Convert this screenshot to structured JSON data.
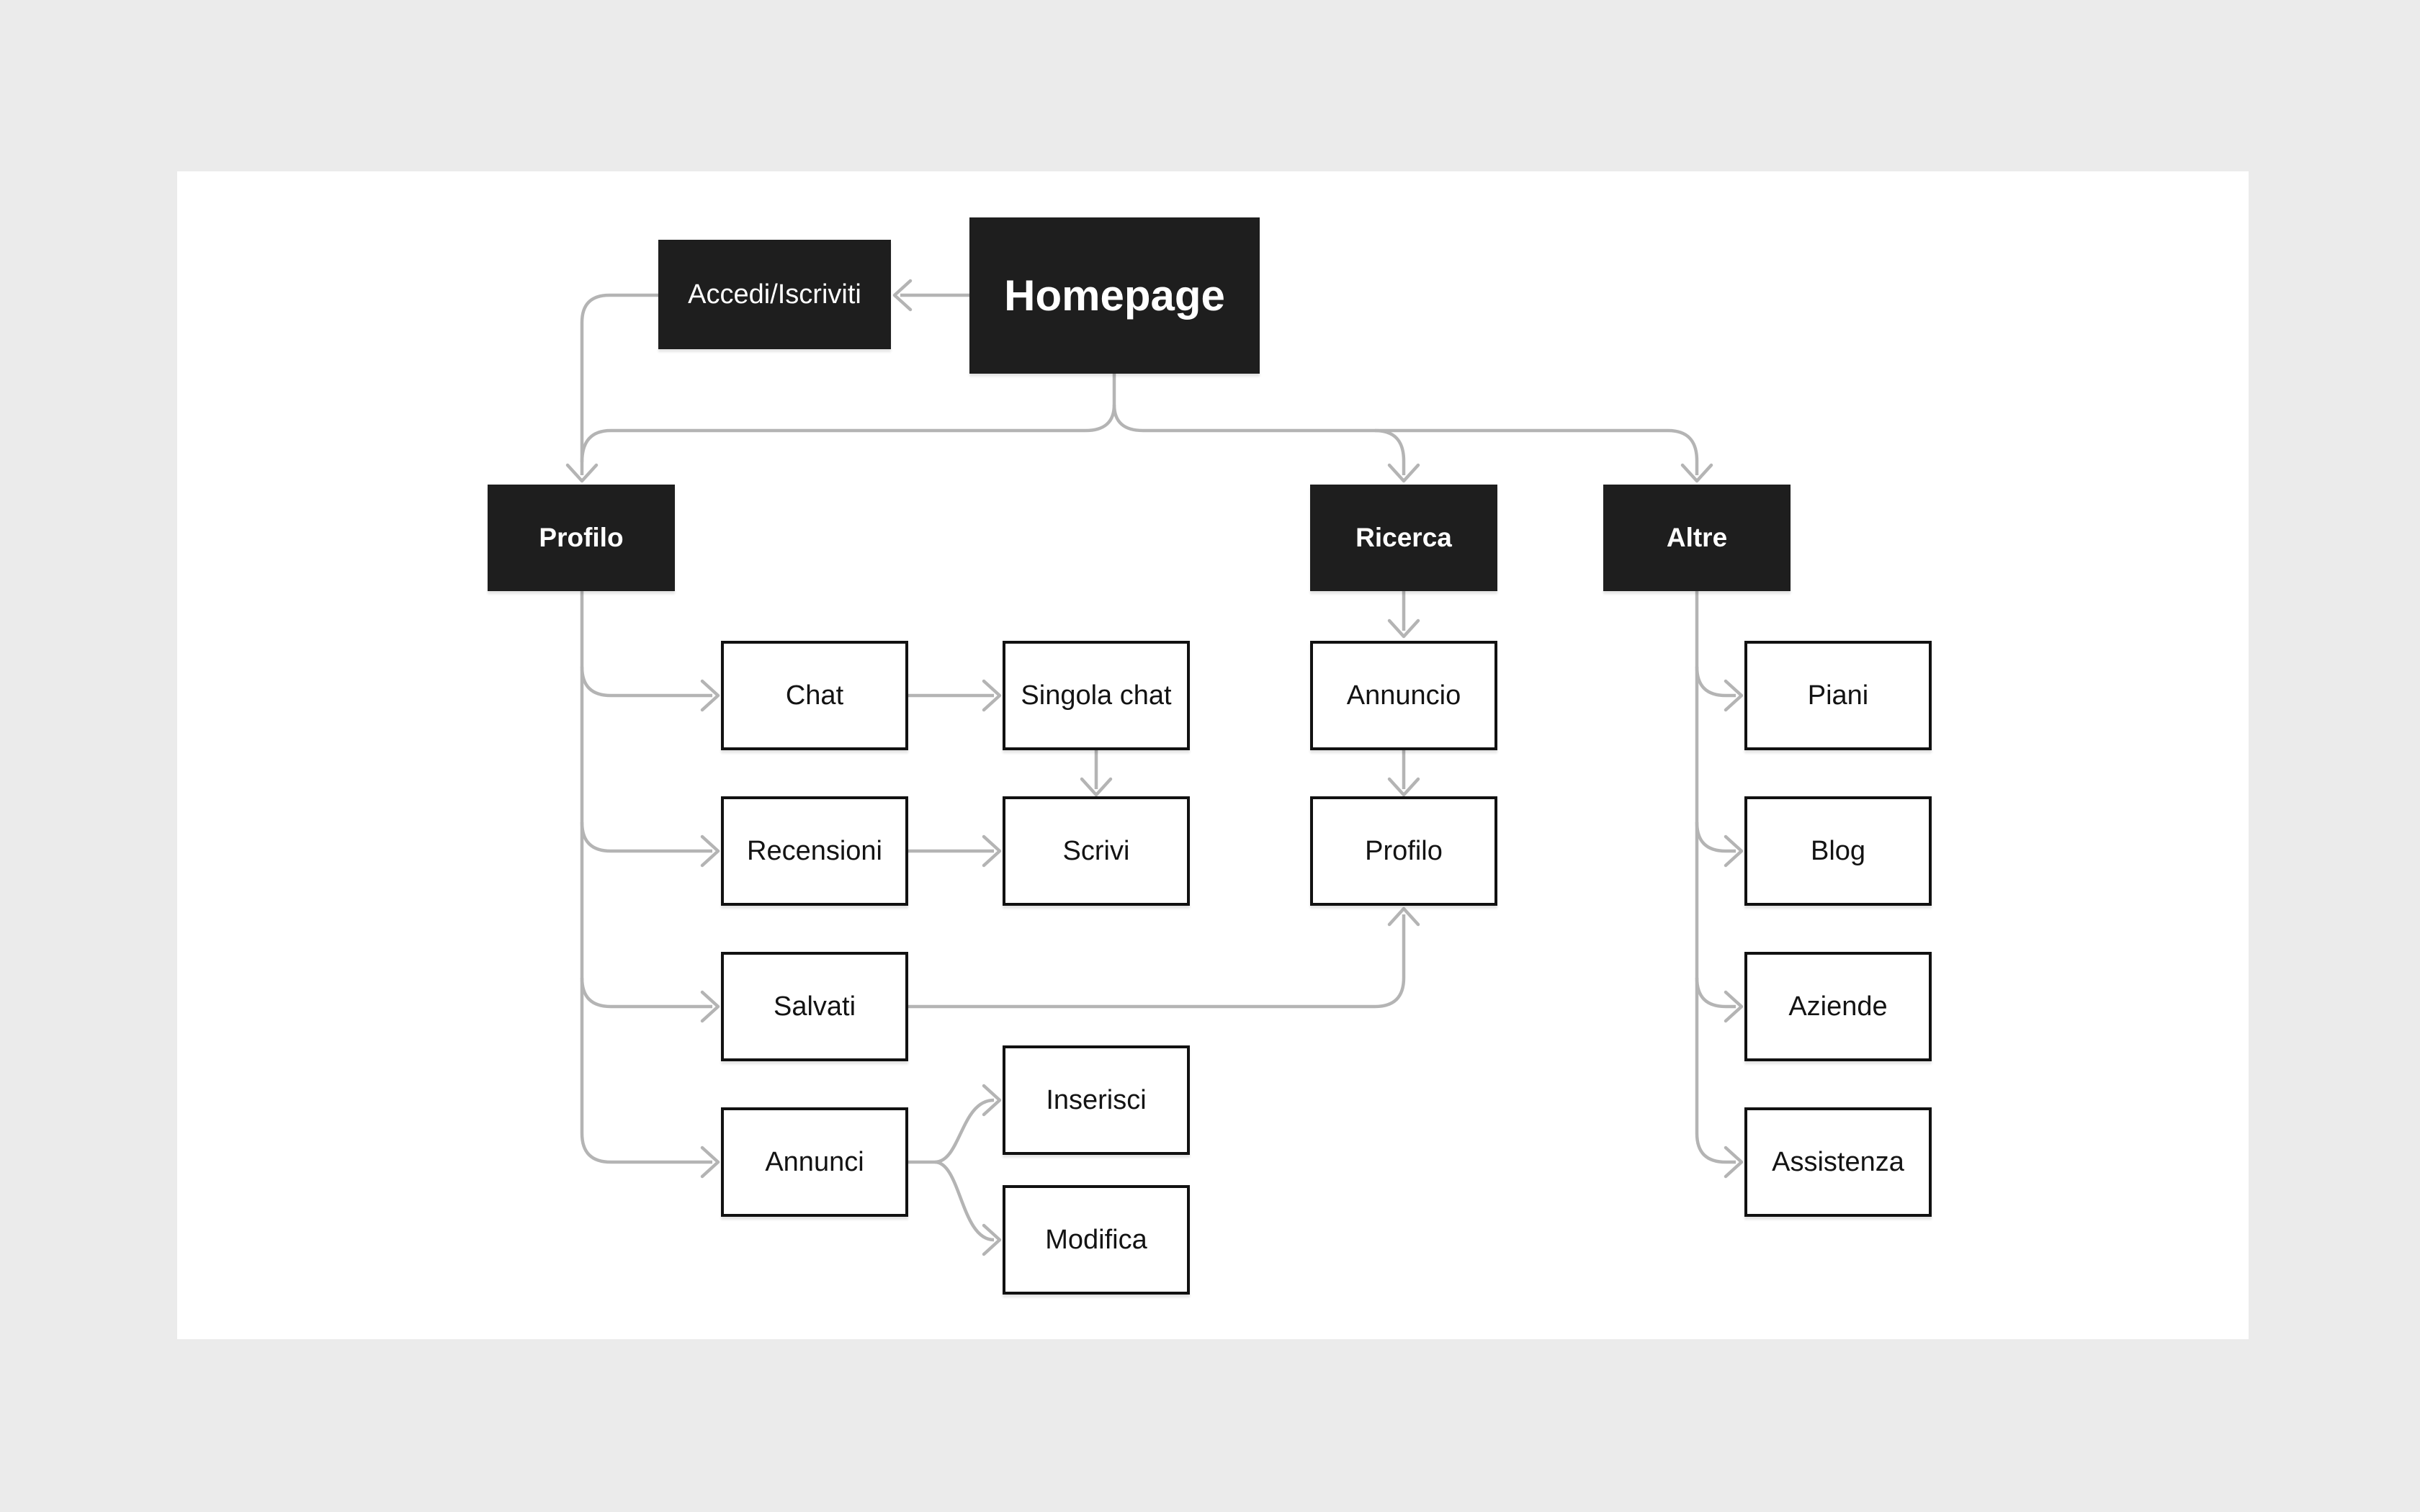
{
  "diagram": {
    "title": "Sitemap flowchart",
    "language": "it",
    "nodes": {
      "homepage": {
        "label": "Homepage",
        "variant": "dark",
        "role": "root"
      },
      "accedi": {
        "label": "Accedi/Iscriviti",
        "variant": "dark"
      },
      "profilo": {
        "label": "Profilo",
        "variant": "dark",
        "role": "section"
      },
      "ricerca": {
        "label": "Ricerca",
        "variant": "dark",
        "role": "section"
      },
      "altre": {
        "label": "Altre",
        "variant": "dark",
        "role": "section"
      },
      "chat": {
        "label": "Chat",
        "variant": "light"
      },
      "singola_chat": {
        "label": "Singola chat",
        "variant": "light"
      },
      "recensioni": {
        "label": "Recensioni",
        "variant": "light"
      },
      "scrivi": {
        "label": "Scrivi",
        "variant": "light"
      },
      "salvati": {
        "label": "Salvati",
        "variant": "light"
      },
      "annunci": {
        "label": "Annunci",
        "variant": "light"
      },
      "inserisci": {
        "label": "Inserisci",
        "variant": "light"
      },
      "modifica": {
        "label": "Modifica",
        "variant": "light"
      },
      "annuncio": {
        "label": "Annuncio",
        "variant": "light"
      },
      "profilo_annuncio": {
        "label": "Profilo",
        "variant": "light"
      },
      "piani": {
        "label": "Piani",
        "variant": "light"
      },
      "blog": {
        "label": "Blog",
        "variant": "light"
      },
      "aziende": {
        "label": "Aziende",
        "variant": "light"
      },
      "assistenza": {
        "label": "Assistenza",
        "variant": "light"
      }
    },
    "edges": [
      {
        "from": "homepage",
        "to": "accedi"
      },
      {
        "from": "accedi",
        "to": "profilo"
      },
      {
        "from": "homepage",
        "to": "profilo"
      },
      {
        "from": "homepage",
        "to": "ricerca"
      },
      {
        "from": "homepage",
        "to": "altre"
      },
      {
        "from": "profilo",
        "to": "chat"
      },
      {
        "from": "profilo",
        "to": "recensioni"
      },
      {
        "from": "profilo",
        "to": "salvati"
      },
      {
        "from": "profilo",
        "to": "annunci"
      },
      {
        "from": "chat",
        "to": "singola_chat"
      },
      {
        "from": "singola_chat",
        "to": "scrivi"
      },
      {
        "from": "recensioni",
        "to": "scrivi"
      },
      {
        "from": "salvati",
        "to": "profilo_annuncio"
      },
      {
        "from": "annunci",
        "to": "inserisci"
      },
      {
        "from": "annunci",
        "to": "modifica"
      },
      {
        "from": "ricerca",
        "to": "annuncio"
      },
      {
        "from": "annuncio",
        "to": "profilo_annuncio"
      },
      {
        "from": "altre",
        "to": "piani"
      },
      {
        "from": "altre",
        "to": "blog"
      },
      {
        "from": "altre",
        "to": "aziende"
      },
      {
        "from": "altre",
        "to": "assistenza"
      }
    ],
    "colors": {
      "page_bg": "#ebebeb",
      "canvas_bg": "#ffffff",
      "node_dark_bg": "#1e1e1e",
      "node_dark_text": "#ffffff",
      "node_light_border": "#111111",
      "node_light_text": "#131313",
      "connector": "#b4b4b4"
    }
  }
}
